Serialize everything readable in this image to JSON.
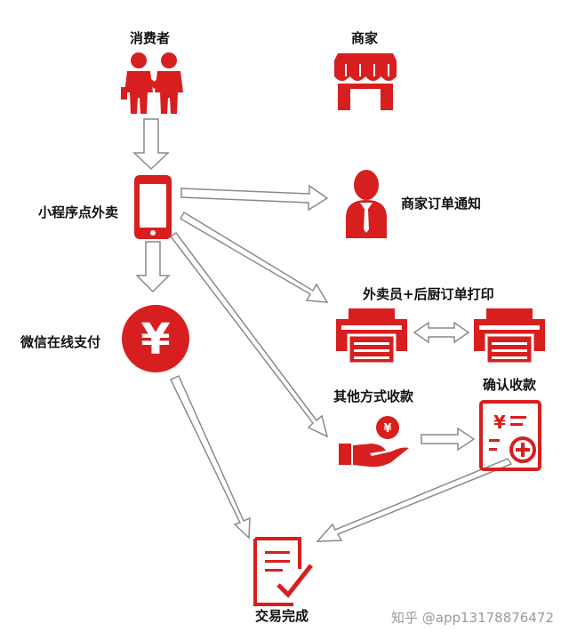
{
  "colors": {
    "accent": "#d71f1f",
    "arrow_outline": "#8a8a8a",
    "text": "#111111"
  },
  "nodes": {
    "consumer": {
      "label": "消费者",
      "icon": "people-icon"
    },
    "merchant": {
      "label": "商家",
      "icon": "storefront-icon"
    },
    "mini_program": {
      "label": "小程序点外卖",
      "icon": "smartphone-icon"
    },
    "order_notice": {
      "label": "商家订单通知",
      "icon": "person-bust-icon"
    },
    "print": {
      "label": "外卖员+后厨订单打印",
      "icon": "printer-icon"
    },
    "wechat_pay": {
      "label": "微信在线支付",
      "icon": "yen-coin-icon",
      "symbol": "¥"
    },
    "other_pay": {
      "label": "其他方式收款",
      "icon": "hand-coin-icon",
      "symbol": "¥"
    },
    "confirm": {
      "label": "确认收款",
      "icon": "receipt-add-icon",
      "symbol": "¥"
    },
    "done": {
      "label": "交易完成",
      "icon": "document-check-icon"
    }
  },
  "watermark": "知乎 @app13178876472"
}
